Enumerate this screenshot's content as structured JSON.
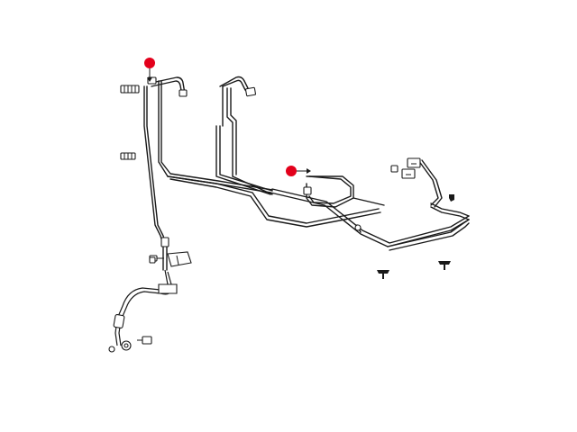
{
  "diagram": {
    "colors": {
      "line": "#1a1a1a",
      "background": "#ffffff",
      "callout_marker": "#e3001b"
    },
    "callouts": [
      {
        "id": "callout-1",
        "icon": "red-dot-arrow-down"
      },
      {
        "id": "callout-2",
        "icon": "red-dot-arrow-right"
      }
    ],
    "parts": [
      "brake-tube-left",
      "brake-tube-main",
      "brake-tube-center",
      "brake-tube-right",
      "flex-hose-front",
      "spring-clip",
      "tube-clip",
      "bracket-clip",
      "push-pin-fastener",
      "banjo-bolt",
      "washer",
      "bleeder-screw"
    ]
  }
}
